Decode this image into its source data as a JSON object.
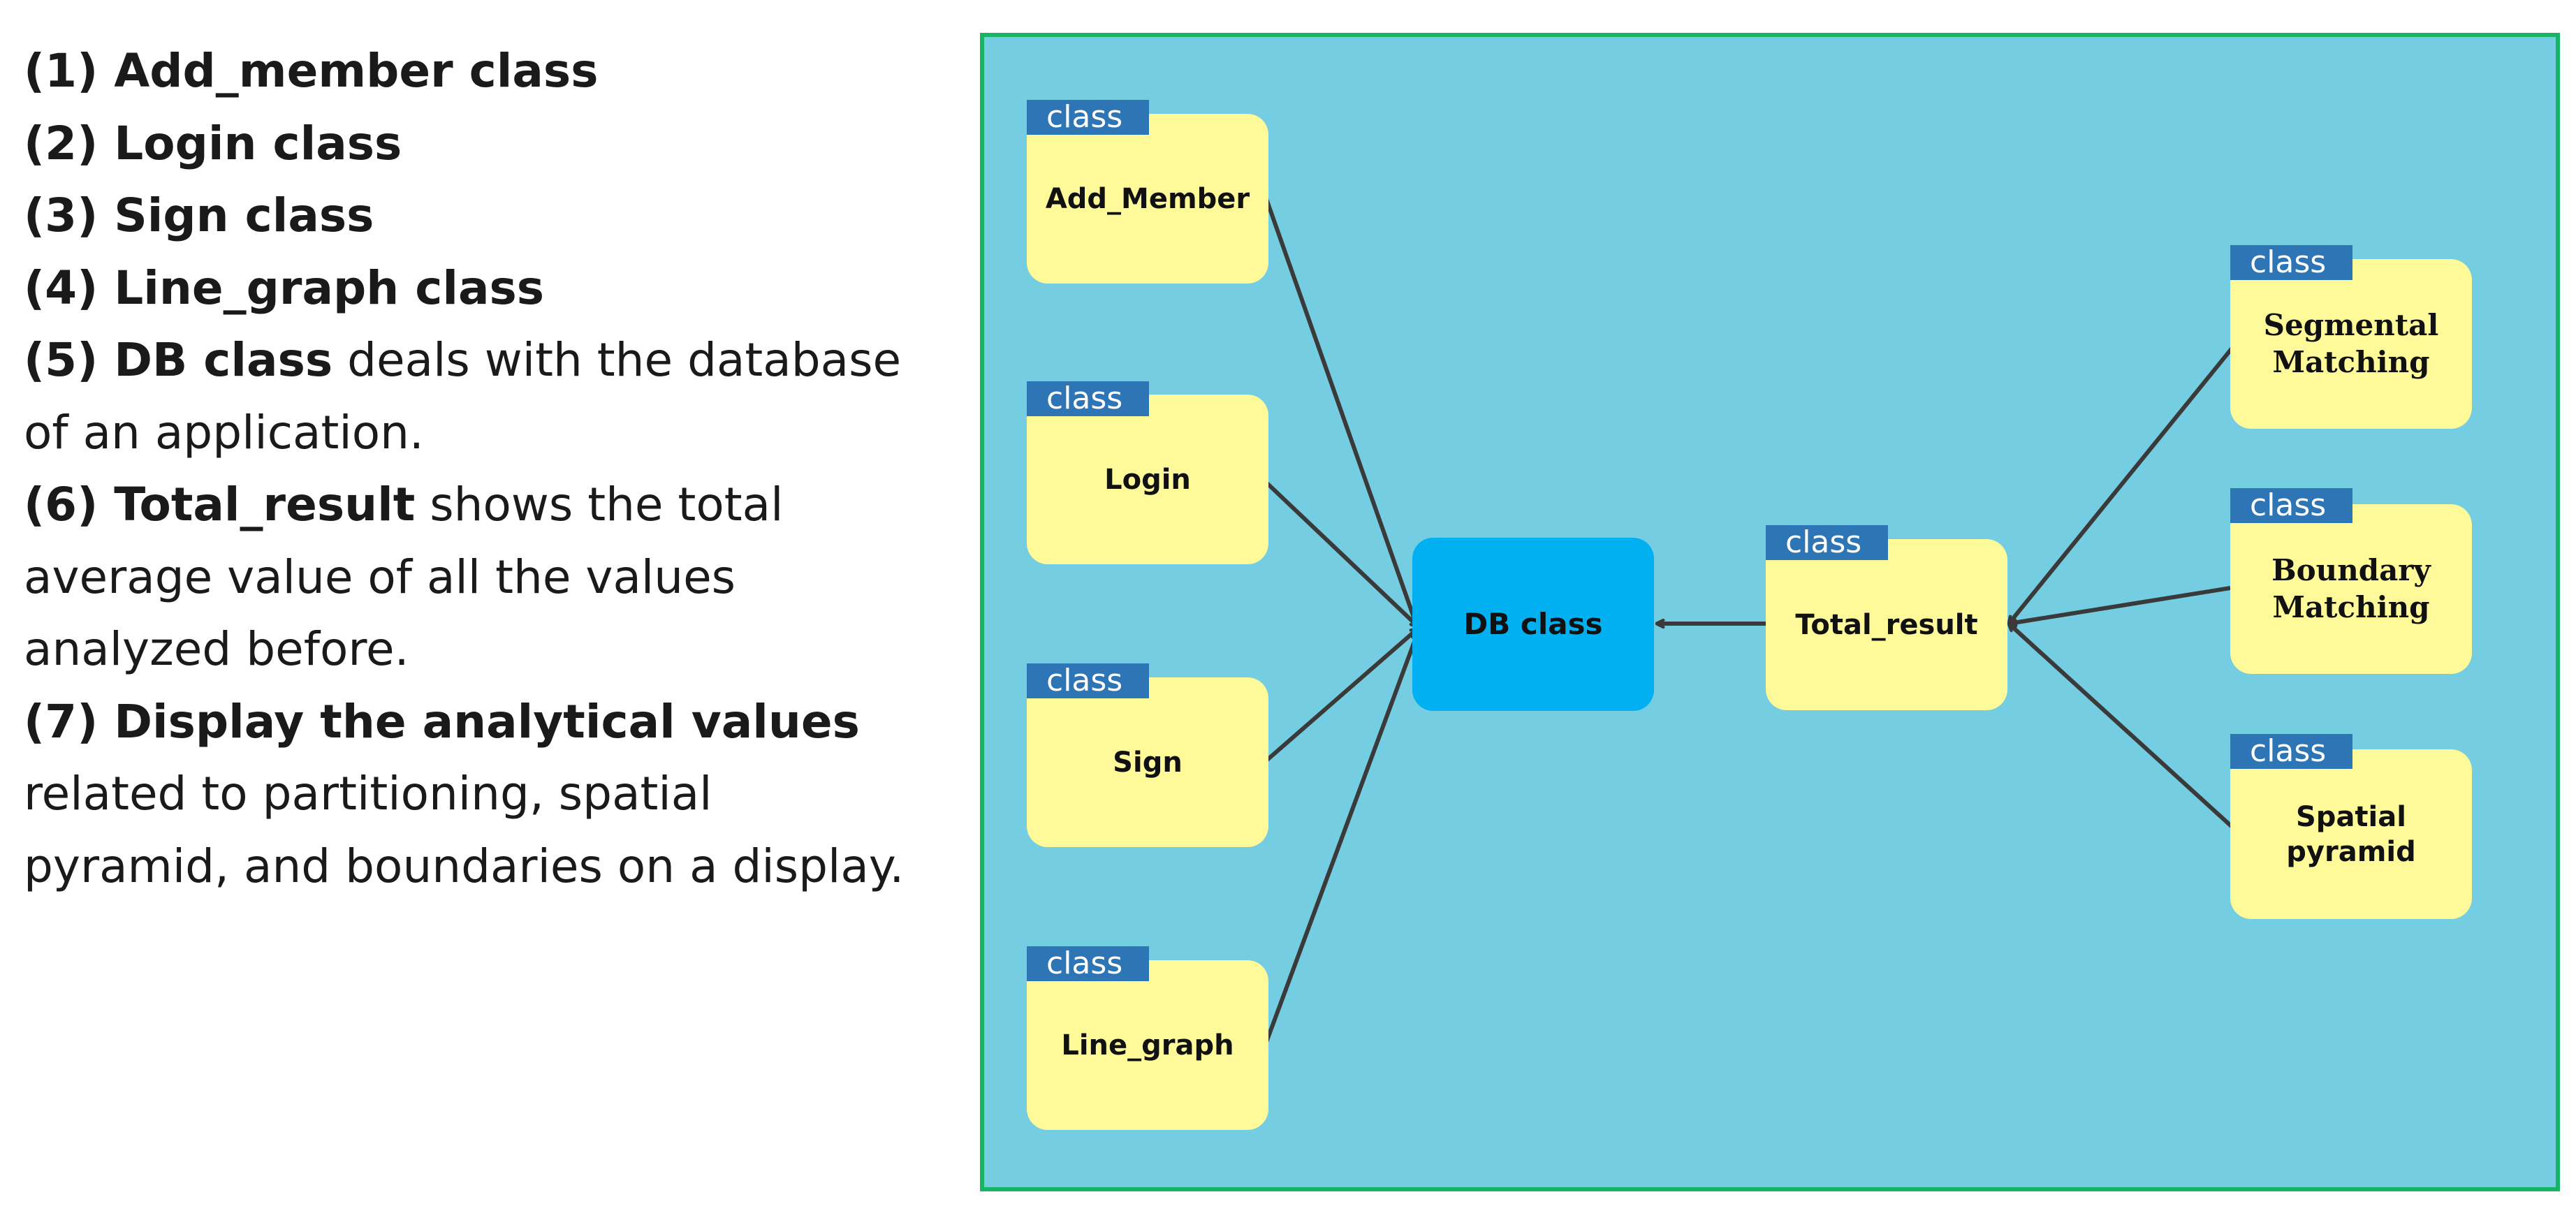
{
  "description": [
    {
      "lead": "(1) Add_member class",
      "rest": ""
    },
    {
      "lead": "(2) Login class",
      "rest": ""
    },
    {
      "lead": "(3) Sign class",
      "rest": ""
    },
    {
      "lead": "(4) Line_graph class",
      "rest": ""
    },
    {
      "lead": "(5) DB class",
      "rest": " deals with the database"
    },
    {
      "lead": "",
      "rest": "of an application."
    },
    {
      "lead": "(6) Total_result",
      "rest": " shows the total"
    },
    {
      "lead": "",
      "rest": "average value of all the values"
    },
    {
      "lead": "",
      "rest": "analyzed before."
    },
    {
      "lead": "(7) Display the analytical values",
      "rest": ""
    },
    {
      "lead": "",
      "rest": "related to partitioning, spatial"
    },
    {
      "lead": "",
      "rest": "pyramid, and boundaries on a display."
    }
  ],
  "diagram": {
    "colors": {
      "panel_background": "#74cde1",
      "panel_border": "#17b466",
      "class_box": "#fffa99",
      "db_box": "#00b0f0",
      "class_tag": "#2e75b6",
      "arrow": "#3a3a3a"
    },
    "class_tag_label": "class",
    "nodes": {
      "add_member": {
        "label": "Add_Member"
      },
      "login": {
        "label": "Login"
      },
      "sign": {
        "label": "Sign"
      },
      "line_graph": {
        "label": "Line_graph"
      },
      "db": {
        "label": "DB class"
      },
      "total_result": {
        "label": "Total_result"
      },
      "segmental": {
        "label_line1": "Segmental",
        "label_line2": "Matching"
      },
      "boundary": {
        "label_line1": "Boundary",
        "label_line2": "Matching"
      },
      "spatial": {
        "label_line1": "Spatial",
        "label_line2": "pyramid"
      }
    },
    "edges": [
      {
        "from": "Add_Member",
        "to": "DB class"
      },
      {
        "from": "Login",
        "to": "DB class"
      },
      {
        "from": "Sign",
        "to": "DB class"
      },
      {
        "from": "Line_graph",
        "to": "DB class"
      },
      {
        "from": "Total_result",
        "to": "DB class"
      },
      {
        "from": "Segmental Matching",
        "to": "Total_result"
      },
      {
        "from": "Boundary Matching",
        "to": "Total_result"
      },
      {
        "from": "Spatial pyramid",
        "to": "Total_result"
      }
    ]
  }
}
